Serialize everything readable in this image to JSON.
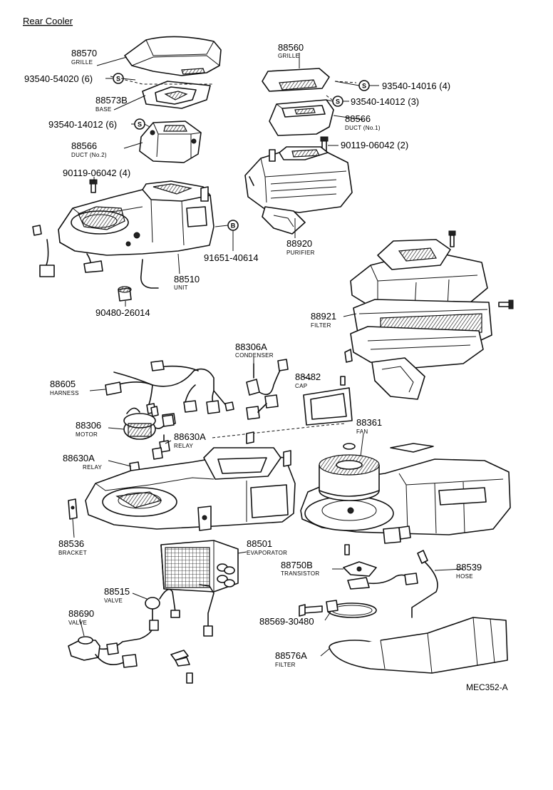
{
  "title": "Rear Cooler",
  "ref_code": "MEC352-A",
  "symbols": {
    "s": "S",
    "b": "B"
  },
  "parts": {
    "p88570": {
      "num": "88570",
      "name": "GRILLE"
    },
    "p93540_54020": {
      "num": "93540-54020  (6)"
    },
    "p88573b": {
      "num": "88573B",
      "name": "BASE"
    },
    "p93540_14012_6": {
      "num": "93540-14012  (6)"
    },
    "p88566_2": {
      "num": "88566",
      "name": "DUCT (No.2)"
    },
    "p90119_4": {
      "num": "90119-06042  (4)"
    },
    "p88560": {
      "num": "88560",
      "name": "GRILLE"
    },
    "p93540_14016": {
      "num": "93540-14016  (4)"
    },
    "p93540_14012_3": {
      "num": "93540-14012  (3)"
    },
    "p88566_1": {
      "num": "88566",
      "name": "DUCT (No.1)"
    },
    "p90119_2": {
      "num": "90119-06042  (2)"
    },
    "p91651": {
      "num": "91651-40614"
    },
    "p88920": {
      "num": "88920",
      "name": "PURIFIER"
    },
    "p88510": {
      "num": "88510",
      "name": "UNIT"
    },
    "p90480": {
      "num": "90480-26014"
    },
    "p88921": {
      "num": "88921",
      "name": "FILTER"
    },
    "p88306a": {
      "num": "88306A",
      "name": "CONDENSER"
    },
    "p88605": {
      "num": "88605",
      "name": "HARNESS"
    },
    "p88482": {
      "num": "88482",
      "name": "CAP"
    },
    "p88306": {
      "num": "88306",
      "name": "MOTOR"
    },
    "p88630a_1": {
      "num": "88630A",
      "name": "RELAY"
    },
    "p88630a_2": {
      "num": "88630A",
      "name": "RELAY"
    },
    "p88361": {
      "num": "88361",
      "name": "FAN"
    },
    "p88536": {
      "num": "88536",
      "name": "BRACKET"
    },
    "p88501": {
      "num": "88501",
      "name": "EVAPORATOR"
    },
    "p88750b": {
      "num": "88750B",
      "name": "TRANSISTOR"
    },
    "p88539": {
      "num": "88539",
      "name": "HOSE"
    },
    "p88515": {
      "num": "88515",
      "name": "VALVE"
    },
    "p88569": {
      "num": "88569-30480"
    },
    "p88690": {
      "num": "88690",
      "name": "VALVE"
    },
    "p88576a": {
      "num": "88576A",
      "name": "FILTER"
    }
  }
}
